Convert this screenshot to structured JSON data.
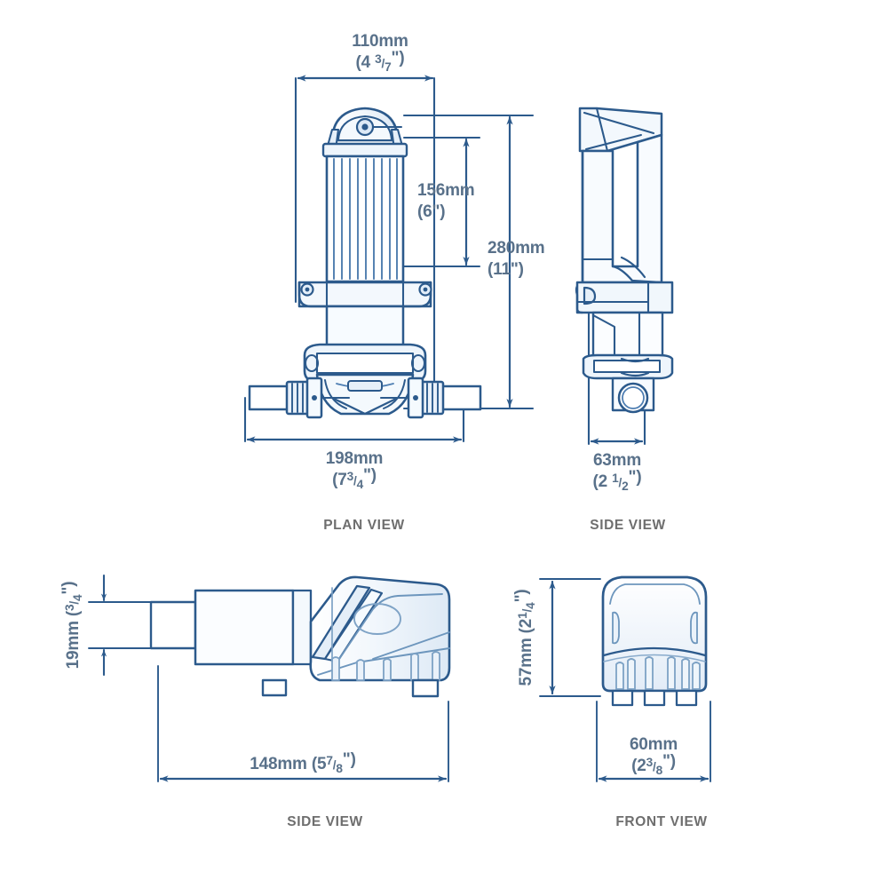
{
  "figure": {
    "title": "Pump dimensional drawing",
    "background_color": "#ffffff",
    "line_color": "#2c5a8c",
    "fill_color": "#eaf2fa",
    "dimension_text_color": "#59718a",
    "view_label_color": "#6e6e6e"
  },
  "views": {
    "plan": {
      "label": "PLAN VIEW",
      "dimensions": {
        "width_top": {
          "mm": "110mm",
          "inch": "(4 ",
          "inch_num": "3",
          "inch_den": "7",
          "inch_tail": "\")"
        },
        "height_motor": {
          "mm": "156mm",
          "inch": "(6\")"
        },
        "height_total": {
          "mm": "280mm",
          "inch": "(11\")"
        },
        "width_bottom": {
          "mm": "198mm",
          "inch": "(7",
          "inch_num": "3",
          "inch_den": "4",
          "inch_tail": "\")"
        }
      }
    },
    "side_top": {
      "label": "SIDE VIEW",
      "dimensions": {
        "width": {
          "mm": "63mm",
          "inch": "(2 ",
          "inch_num": "1",
          "inch_den": "2",
          "inch_tail": "\")"
        }
      }
    },
    "side_bottom": {
      "label": "SIDE VIEW",
      "dimensions": {
        "height_inlet": {
          "mm": "19mm",
          "inch": "(",
          "inch_num": "3",
          "inch_den": "4",
          "inch_tail": "\")"
        },
        "length": {
          "mm": "148mm",
          "inch": "(5",
          "inch_num": "7",
          "inch_den": "8",
          "inch_tail": "\")"
        }
      }
    },
    "front": {
      "label": "FRONT VIEW",
      "dimensions": {
        "height": {
          "mm": "57mm",
          "inch": "(2",
          "inch_num": "1",
          "inch_den": "4",
          "inch_tail": "\")"
        },
        "width": {
          "mm": "60mm",
          "inch": "(2",
          "inch_num": "3",
          "inch_den": "8",
          "inch_tail": "\")"
        }
      }
    }
  }
}
